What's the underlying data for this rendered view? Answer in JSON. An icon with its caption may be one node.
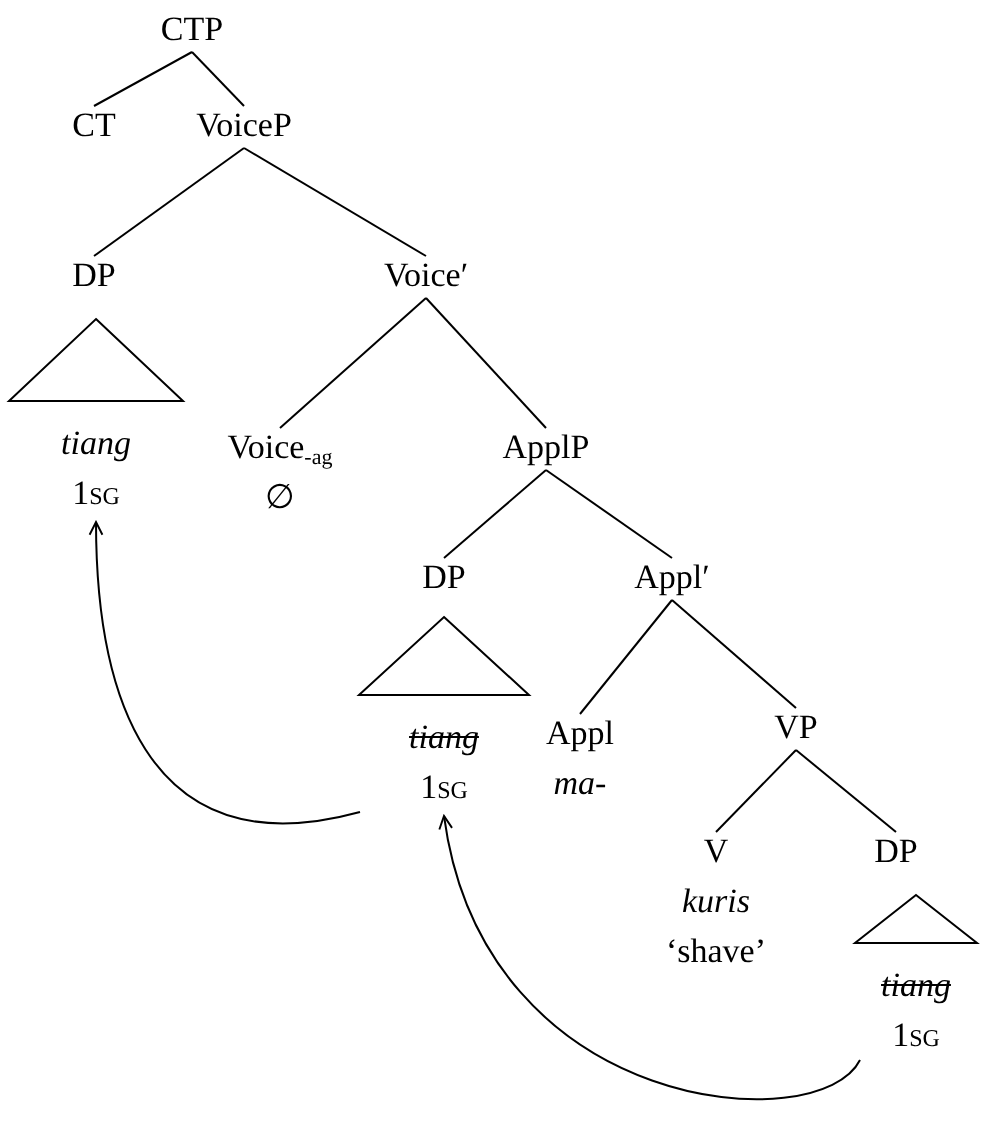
{
  "diagram": {
    "nodes": [
      {
        "text": [
          "CTP"
        ]
      },
      {
        "text": [
          "CT"
        ]
      },
      {
        "text": [
          "VoiceP"
        ]
      },
      {
        "text": [
          "DP"
        ]
      },
      {
        "text": [
          "Voice′"
        ]
      },
      {
        "text": [],
        "shape": "triangle",
        "beside": [
          "tiang",
          "1sg"
        ]
      },
      {
        "text": [
          "Voice$_{-ag}$",
          "∅"
        ]
      },
      {
        "text": [
          "ApplP"
        ]
      },
      {
        "text": [
          "DP"
        ]
      },
      {
        "text": [
          "Appl′"
        ]
      },
      {
        "text": [],
        "shape": "triangle",
        "beside": [
          "tiang",
          "1sg"
        ]
      },
      {
        "text": [
          "Appl",
          "ma-"
        ]
      },
      {
        "text": [
          "VP"
        ]
      },
      {
        "text": [
          "V",
          "kuris",
          "‘shave’"
        ]
      },
      {
        "text": [
          "DP"
        ]
      },
      {
        "text": [],
        "shape": "triangle",
        "beside": [
          "tiang",
          "1sg"
        ]
      }
    ],
    "edges": [
      {
        "from": 0,
        "to": 1,
        "arrow": "none"
      },
      {
        "from": 0,
        "to": 2,
        "arrow": "none"
      },
      {
        "from": 2,
        "to": 3,
        "arrow": "none"
      },
      {
        "from": 2,
        "to": 4,
        "arrow": "none"
      },
      {
        "from": 4,
        "to": 6,
        "arrow": "none"
      },
      {
        "from": 4,
        "to": 7,
        "arrow": "none"
      },
      {
        "from": 7,
        "to": 8,
        "arrow": "none"
      },
      {
        "from": 7,
        "to": 9,
        "arrow": "none"
      },
      {
        "from": 9,
        "to": 11,
        "arrow": "none"
      },
      {
        "from": 9,
        "to": 12,
        "arrow": "none"
      },
      {
        "from": 12,
        "to": 13,
        "arrow": "none"
      },
      {
        "from": 12,
        "to": 14,
        "arrow": "none"
      },
      {
        "from": 10,
        "to": 5,
        "arrow": "to"
      },
      {
        "from": 15,
        "to": 10,
        "arrow": "to"
      }
    ]
  }
}
